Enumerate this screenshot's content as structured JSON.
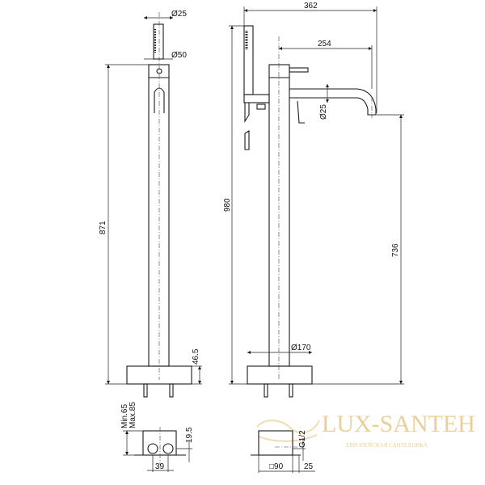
{
  "drawing": {
    "front_view": {
      "dim_handshower_diameter": "Ø25",
      "dim_body_diameter": "Ø50",
      "dim_total_height": "871",
      "dim_base_height": "46.5"
    },
    "side_view": {
      "dim_total_width": "362",
      "dim_spout_reach": "254",
      "dim_spout_diameter": "Ø25",
      "dim_total_height": "980",
      "dim_spout_height": "736",
      "dim_base_diameter": "Ø170"
    },
    "floor_detail_front": {
      "dim_min": "Min.65",
      "dim_max": "Max.85",
      "dim_height": "19.5",
      "dim_spacing": "39"
    },
    "floor_detail_side": {
      "dim_thread": "G1/2",
      "dim_square": "□90",
      "dim_offset": "25"
    }
  },
  "watermark": {
    "brand": "LUX-SANTEH",
    "tagline": "ЕВРОПЕЙСКАЯ САНТЕХНИКА",
    "color": "#e9cf9c"
  }
}
